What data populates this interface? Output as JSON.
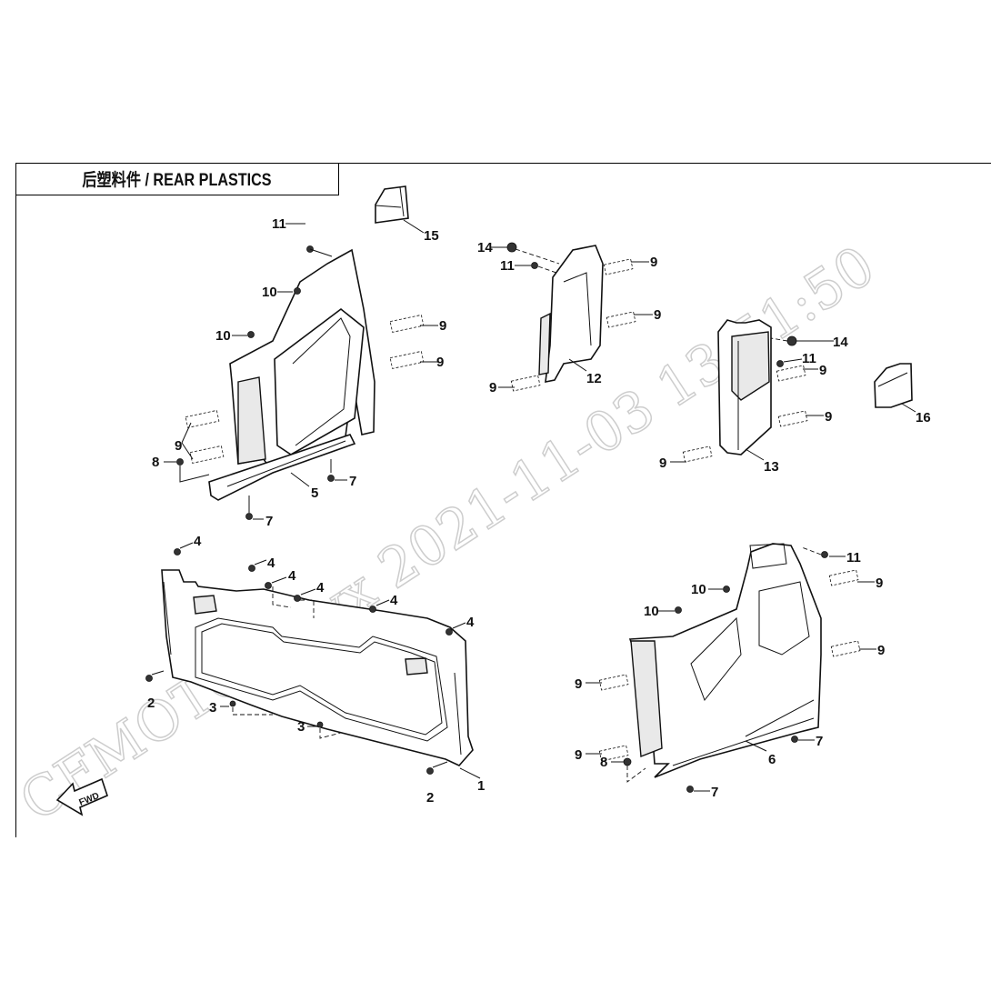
{
  "page": {
    "title": "后塑料件 / REAR PLASTICS"
  },
  "watermark": {
    "line1": "CFMOTO kf-yx 2021-11-03 13:51:50",
    "fwd_label": "FWD"
  },
  "callouts": [
    {
      "id": "c15",
      "label": "15"
    },
    {
      "id": "c11a",
      "label": "11"
    },
    {
      "id": "c10a",
      "label": "10"
    },
    {
      "id": "c10b",
      "label": "10"
    },
    {
      "id": "c9a",
      "label": "9"
    },
    {
      "id": "c9b",
      "label": "9"
    },
    {
      "id": "c9c",
      "label": "9"
    },
    {
      "id": "c8a",
      "label": "8"
    },
    {
      "id": "c5",
      "label": "5"
    },
    {
      "id": "c7a",
      "label": "7"
    },
    {
      "id": "c7b",
      "label": "7"
    },
    {
      "id": "c14a",
      "label": "14"
    },
    {
      "id": "c11b",
      "label": "11"
    },
    {
      "id": "c9d",
      "label": "9"
    },
    {
      "id": "c9e",
      "label": "9"
    },
    {
      "id": "c9f",
      "label": "9"
    },
    {
      "id": "c12",
      "label": "12"
    },
    {
      "id": "c14b",
      "label": "14"
    },
    {
      "id": "c11c",
      "label": "11"
    },
    {
      "id": "c9g",
      "label": "9"
    },
    {
      "id": "c9h",
      "label": "9"
    },
    {
      "id": "c9i",
      "label": "9"
    },
    {
      "id": "c13",
      "label": "13"
    },
    {
      "id": "c16",
      "label": "16"
    },
    {
      "id": "c4a",
      "label": "4"
    },
    {
      "id": "c4b",
      "label": "4"
    },
    {
      "id": "c4c",
      "label": "4"
    },
    {
      "id": "c4d",
      "label": "4"
    },
    {
      "id": "c4e",
      "label": "4"
    },
    {
      "id": "c4f",
      "label": "4"
    },
    {
      "id": "c2a",
      "label": "2"
    },
    {
      "id": "c2b",
      "label": "2"
    },
    {
      "id": "c3a",
      "label": "3"
    },
    {
      "id": "c3b",
      "label": "3"
    },
    {
      "id": "c1",
      "label": "1"
    },
    {
      "id": "c11d",
      "label": "11"
    },
    {
      "id": "c10c",
      "label": "10"
    },
    {
      "id": "c10d",
      "label": "10"
    },
    {
      "id": "c9j",
      "label": "9"
    },
    {
      "id": "c9k",
      "label": "9"
    },
    {
      "id": "c9l",
      "label": "9"
    },
    {
      "id": "c9m",
      "label": "9"
    },
    {
      "id": "c8b",
      "label": "8"
    },
    {
      "id": "c6",
      "label": "6"
    },
    {
      "id": "c7c",
      "label": "7"
    },
    {
      "id": "c7d",
      "label": "7"
    }
  ]
}
